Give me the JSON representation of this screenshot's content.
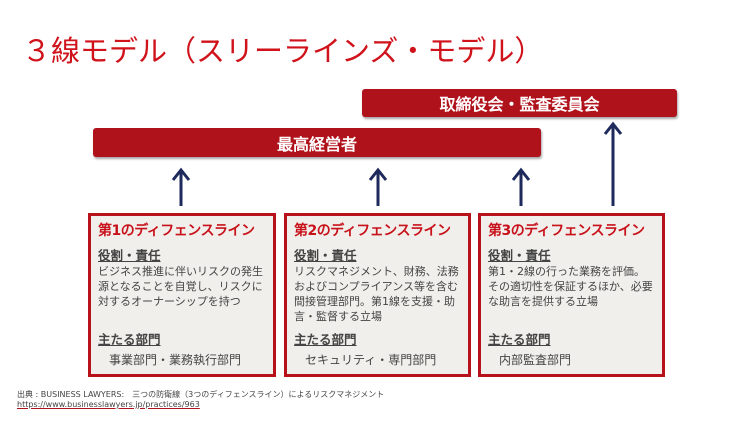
{
  "title": "３線モデル（スリーラインズ・モデル）",
  "board": "取締役会・監査委員会",
  "management": "最高経営者",
  "lines": [
    {
      "heading": "第1のディフェンスライン",
      "role_label": "役割・責任",
      "role": "ビジネス推進に伴いリスクの発生源となることを自覚し、リスクに対するオーナーシップを持つ",
      "dept_label": "主たる部門",
      "dept": "事業部門・業務執行部門"
    },
    {
      "heading": "第2のディフェンスライン",
      "role_label": "役割・責任",
      "role": "リスクマネジメント、財務、法務およびコンプライアンス等を含む間接管理部門。第1線を支援・助言・監督する立場",
      "dept_label": "主たる部門",
      "dept": "セキュリティ・専門部門"
    },
    {
      "heading": "第3のディフェンスライン",
      "role_label": "役割・責任",
      "role": "第1・2線の行った業務を評価。その適切性を保証するほか、必要な助言を提供する立場",
      "dept_label": "主たる部門",
      "dept": "内部監査部門"
    }
  ],
  "source": "出典 : BUSINESS LAWYERS:　三つの防衛線（3つのディフェンスライン）によるリスクマネジメント",
  "url": "https://www.businesslawyers.jp/practices/963",
  "colors": {
    "accent": "#b0121b",
    "arrow": "#1f2a5c"
  }
}
